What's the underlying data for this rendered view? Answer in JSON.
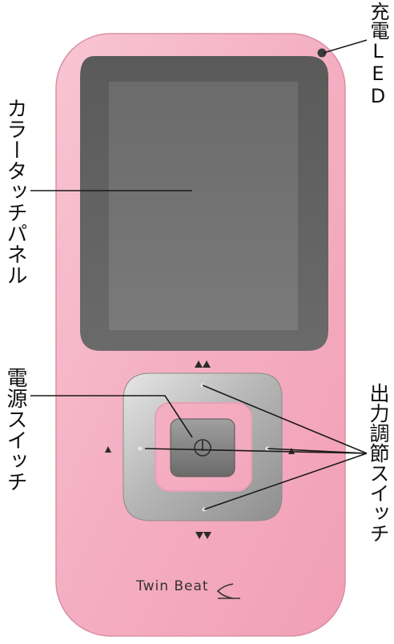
{
  "labels": {
    "charging_led": "充電LED",
    "color_touch_panel": "カラータッチパネル",
    "power_switch": "電源スイッチ",
    "output_switch": "出力調節スイッチ"
  },
  "device": {
    "brand": "Twin Beat",
    "power_symbol": "⏻"
  },
  "colors": {
    "body": "#f5b3c6",
    "screen_frame": "#5e5e5e",
    "screen": "#6f6f6f",
    "dpad": "#b9b9b9",
    "center_button": "#7c7c7c"
  }
}
